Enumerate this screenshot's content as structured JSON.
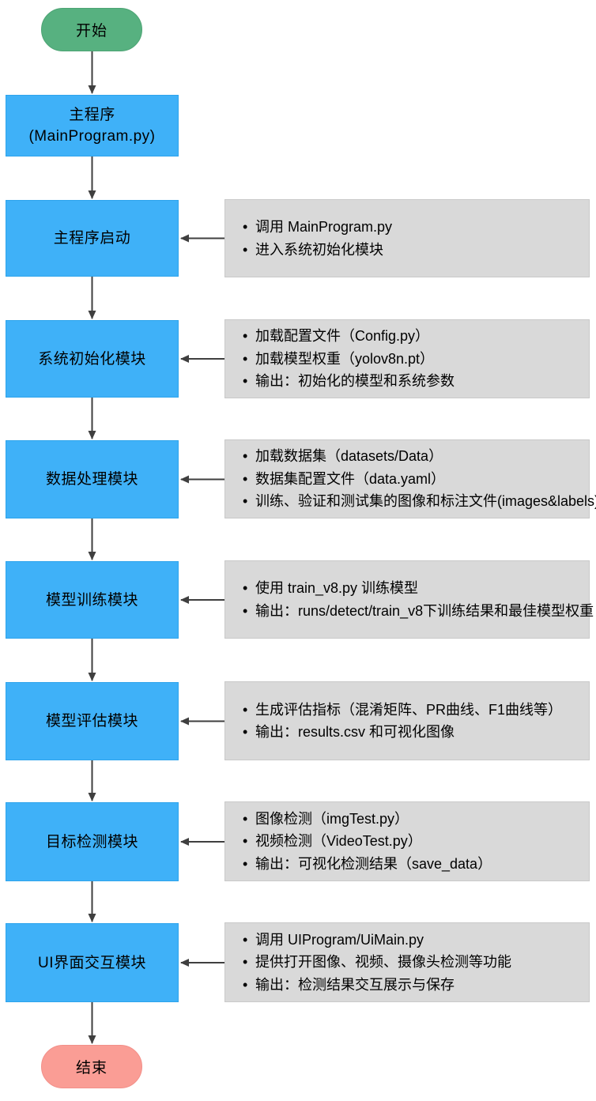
{
  "flow": {
    "start_label": "开始",
    "end_label": "结束",
    "steps": [
      {
        "line1": "主程序",
        "line2": "(MainProgram.py)",
        "notes": []
      },
      {
        "label": "主程序启动",
        "notes": [
          "调用 MainProgram.py",
          "进入系统初始化模块"
        ]
      },
      {
        "label": "系统初始化模块",
        "notes": [
          "加载配置文件（Config.py）",
          "加载模型权重（yolov8n.pt）",
          "输出：初始化的模型和系统参数"
        ]
      },
      {
        "label": "数据处理模块",
        "notes": [
          "加载数据集（datasets/Data）",
          "数据集配置文件（data.yaml）",
          "训练、验证和测试集的图像和标注文件(images&labels)"
        ]
      },
      {
        "label": "模型训练模块",
        "notes": [
          "使用 train_v8.py 训练模型",
          "输出：runs/detect/train_v8下训练结果和最佳模型权重"
        ]
      },
      {
        "label": "模型评估模块",
        "notes": [
          "生成评估指标（混淆矩阵、PR曲线、F1曲线等）",
          "输出：results.csv 和可视化图像"
        ]
      },
      {
        "label": "目标检测模块",
        "notes": [
          "图像检测（imgTest.py）",
          "视频检测（VideoTest.py）",
          "输出：可视化检测结果（save_data）"
        ]
      },
      {
        "label": "UI界面交互模块",
        "notes": [
          "调用 UIProgram/UiMain.py",
          "提供打开图像、视频、摄像头检测等功能",
          "输出：检测结果交互展示与保存"
        ]
      }
    ],
    "colors": {
      "start_fill": "#57B180",
      "end_fill": "#FA9D95",
      "step_fill": "#3FB1F8",
      "note_fill": "#D9D9D9",
      "arrow": "#3F3F3F"
    }
  }
}
